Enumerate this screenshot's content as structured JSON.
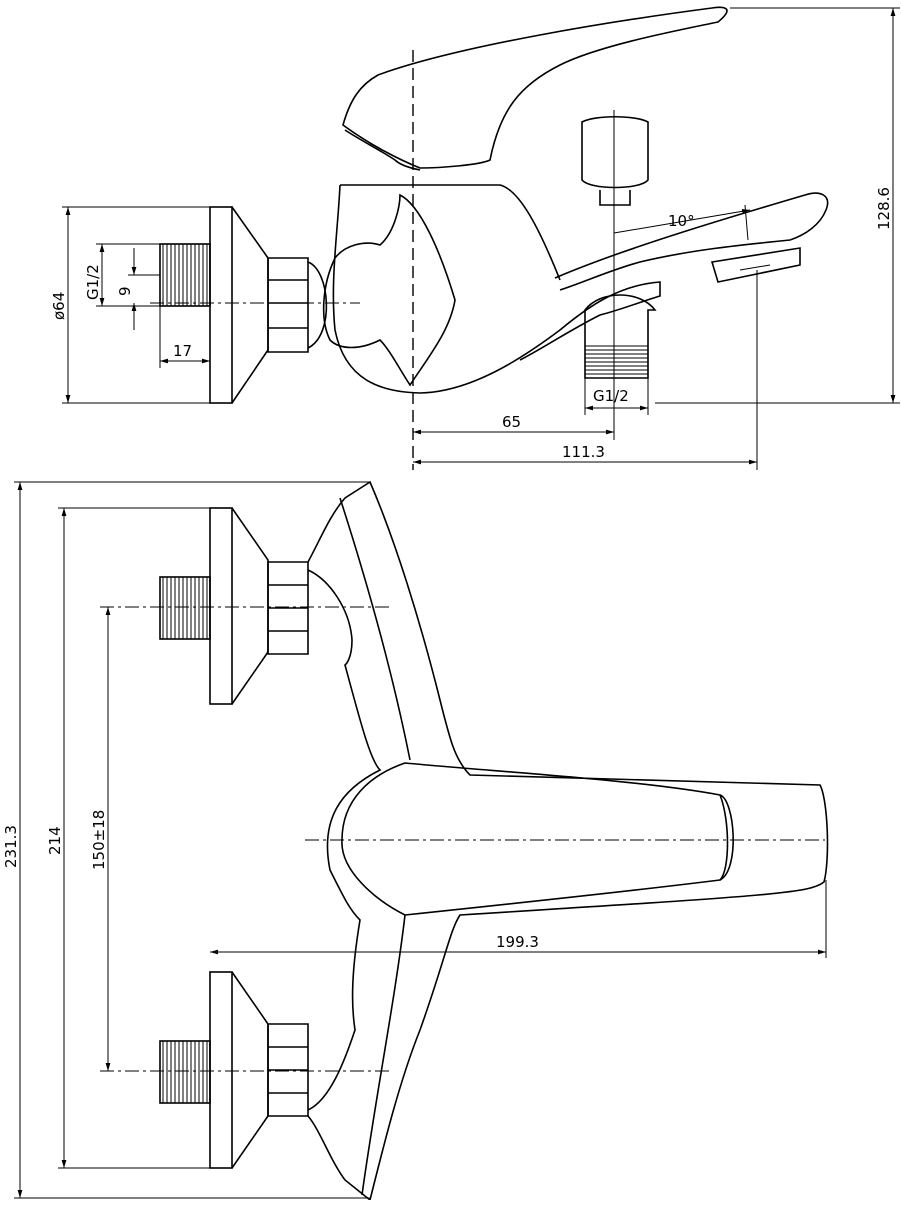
{
  "title": "",
  "side_view": {
    "dims": {
      "height": "128.6",
      "angle": "10°",
      "diameter": "ø64",
      "thread_left": "G1/2",
      "offset": "9",
      "thread_length": "17",
      "spout_to_outlet": "65",
      "spout_length": "111.3",
      "thread_bottom": "G1/2"
    }
  },
  "top_view": {
    "dims": {
      "overall_length": "231.3",
      "plate_span": "214",
      "inlet_spacing": "150±18",
      "depth": "199.3"
    }
  }
}
